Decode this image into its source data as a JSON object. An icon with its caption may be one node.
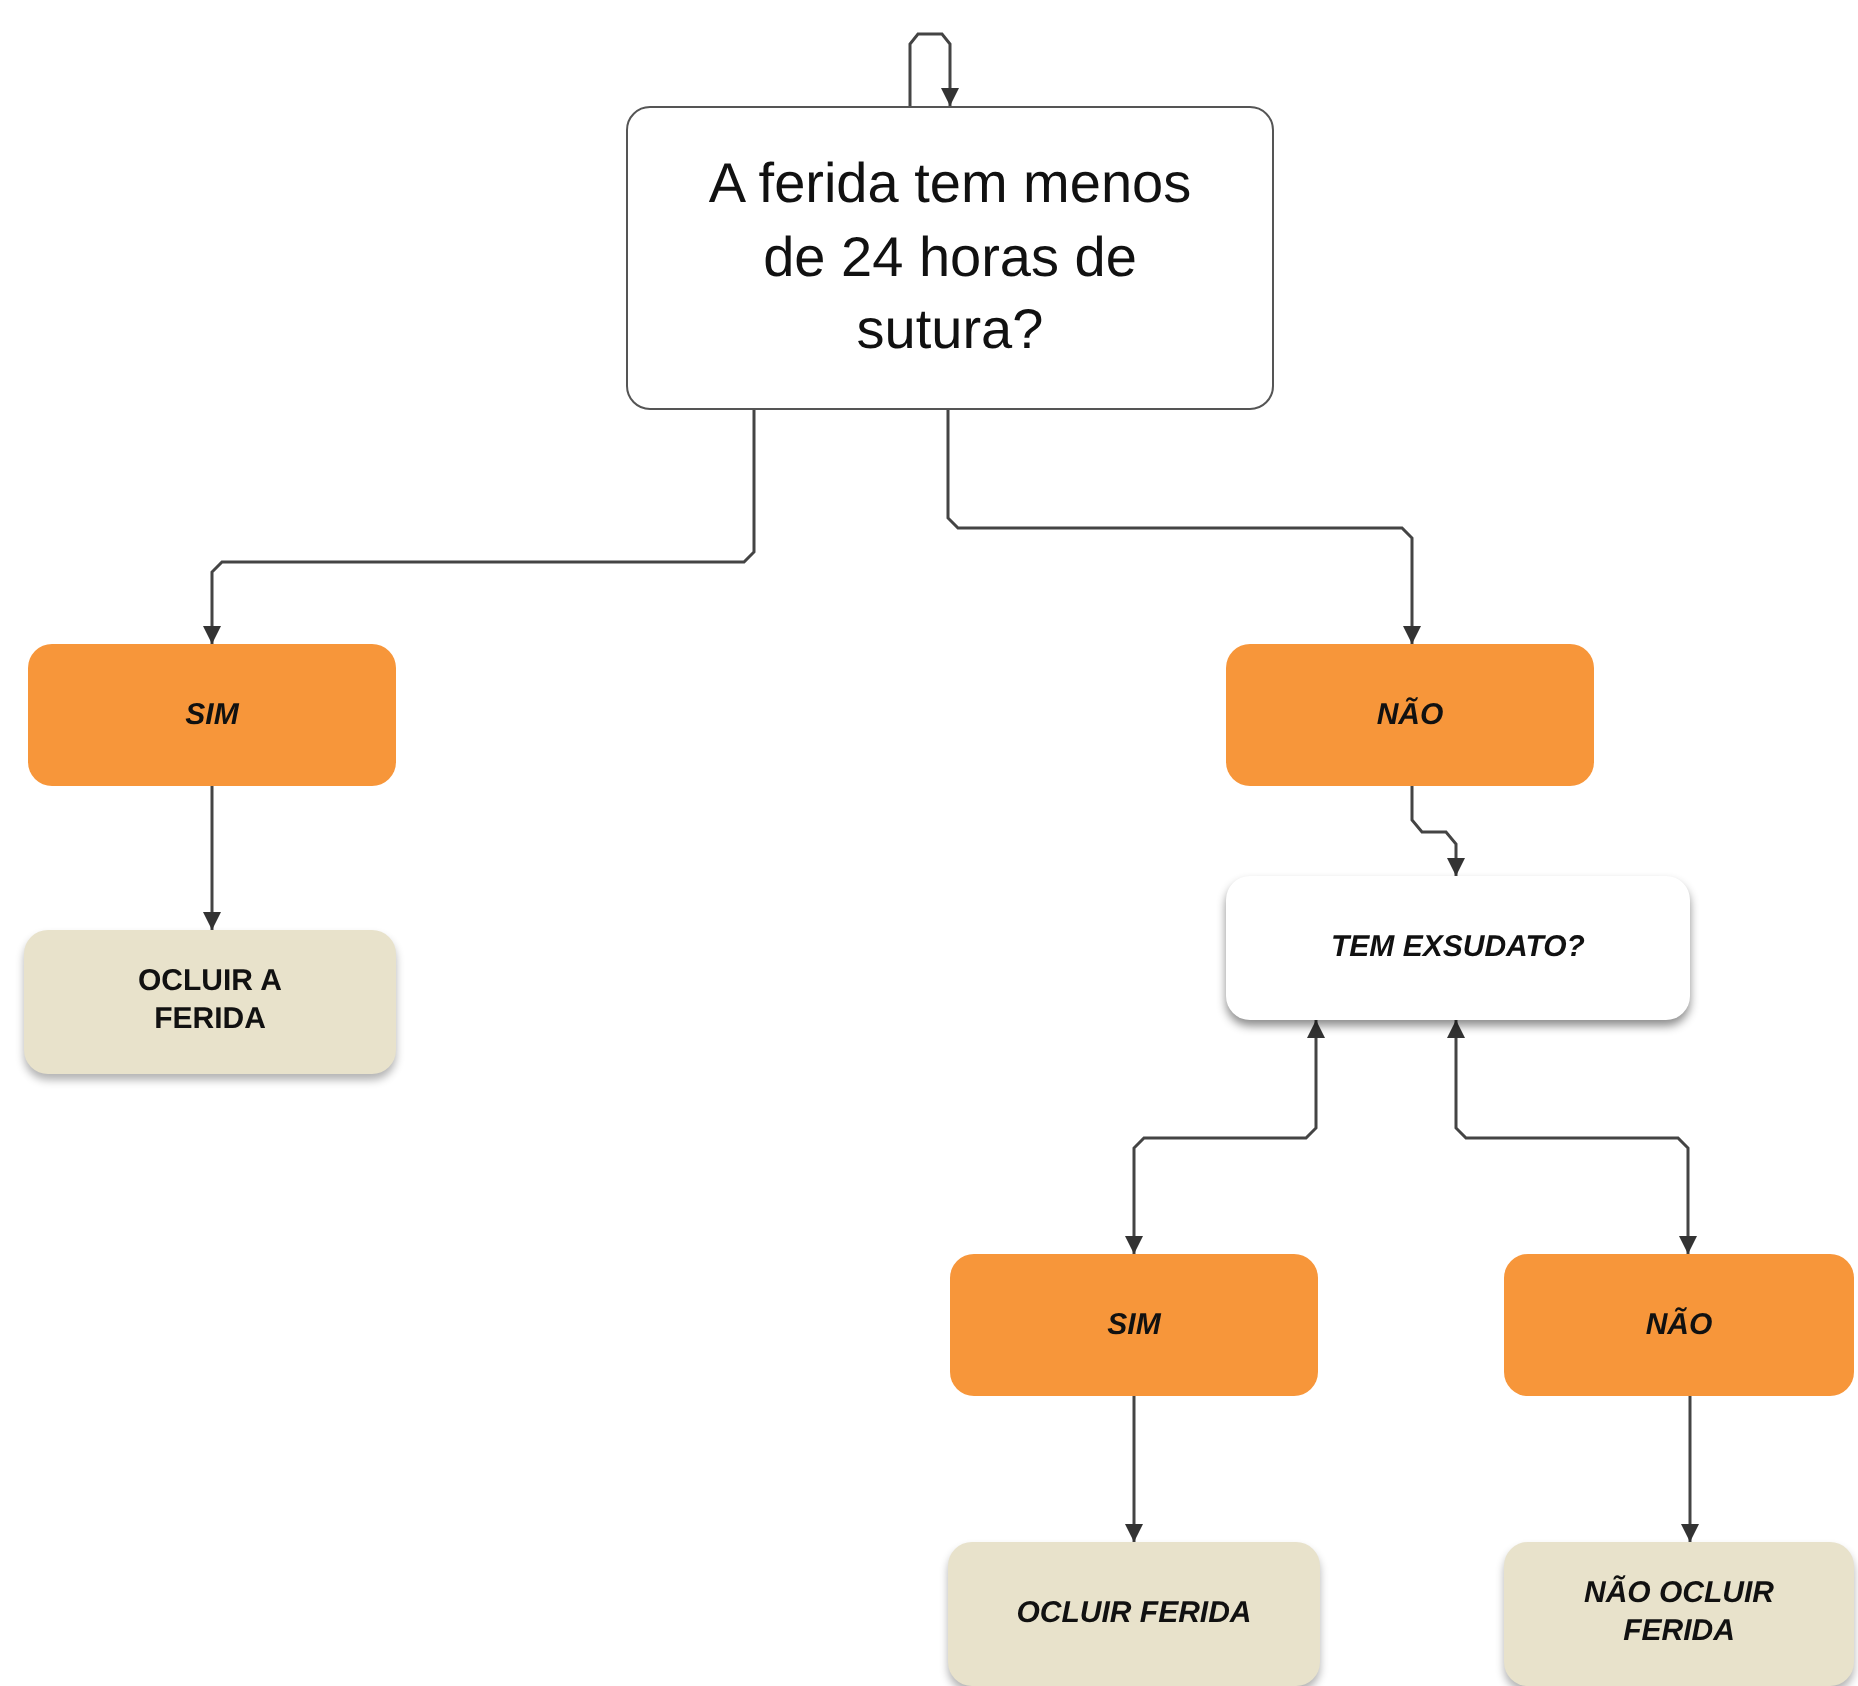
{
  "diagram": {
    "nodes": [
      {
        "text": [
          "A ferida tem menos de 24 horas de sutura?"
        ]
      },
      {
        "text": [
          "SIM"
        ]
      },
      {
        "text": [
          "NÃO"
        ]
      },
      {
        "text": [
          "OCLUIR A FERIDA"
        ]
      },
      {
        "text": [
          "TEM EXSUDATO?"
        ]
      },
      {
        "text": [
          "SIM"
        ]
      },
      {
        "text": [
          "NÃO"
        ]
      },
      {
        "text": [
          "OCLUIR FERIDA"
        ]
      },
      {
        "text": [
          "NÃO OCLUIR FERIDA"
        ]
      }
    ],
    "edges": [
      {
        "from": 0,
        "to": 0,
        "arrow": "to"
      },
      {
        "from": 0,
        "to": 1,
        "arrow": "to"
      },
      {
        "from": 0,
        "to": 2,
        "arrow": "to"
      },
      {
        "from": 1,
        "to": 3,
        "arrow": "to"
      },
      {
        "from": 2,
        "to": 4,
        "arrow": "to"
      },
      {
        "from": 4,
        "to": 5,
        "arrow": "both"
      },
      {
        "from": 4,
        "to": 6,
        "arrow": "both"
      },
      {
        "from": 5,
        "to": 7,
        "arrow": "to"
      },
      {
        "from": 6,
        "to": 8,
        "arrow": "to"
      }
    ]
  }
}
